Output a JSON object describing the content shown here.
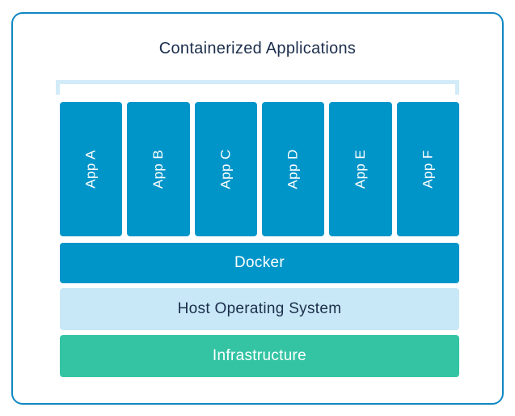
{
  "title": "Containerized Applications",
  "apps": [
    "App A",
    "App B",
    "App C",
    "App D",
    "App E",
    "App F"
  ],
  "layers": {
    "docker": "Docker",
    "host_os": "Host Operating System",
    "infrastructure": "Infrastructure"
  },
  "colors": {
    "card_border_blue": "#1187c2",
    "app_docker_blue": "#0095c9",
    "bracket_light_blue": "#d2ebf8",
    "host_os_light_blue": "#c9e8f7",
    "infrastructure_teal": "#34c4a3",
    "dark_navy_text": "#1b2e4b",
    "light_text": "#ffffff"
  }
}
